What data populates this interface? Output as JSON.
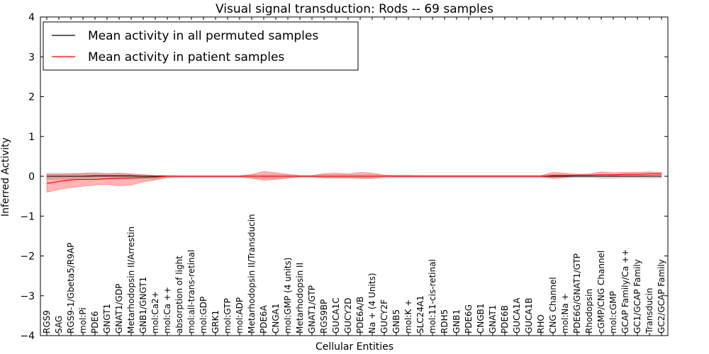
{
  "chart_data": {
    "type": "line",
    "title": "Visual signal transduction: Rods -- 69 samples",
    "xlabel": "Cellular Entities",
    "ylabel": "Inferred Activity",
    "ylim": [
      -4,
      4
    ],
    "yticks": [
      -4,
      -3,
      -2,
      -1,
      0,
      1,
      2,
      3,
      4
    ],
    "ytick_labels": [
      "−4",
      "−3",
      "−2",
      "−1",
      "0",
      "1",
      "2",
      "3",
      "4"
    ],
    "legend_position": "top-left",
    "categories": [
      "RGS9",
      "SAG",
      "RGS9-1/Gbeta5/R9AP",
      "mol:Pi",
      "PDE6",
      "GNGT1",
      "GNAT1/GDP",
      "Metarhodopsin II/Arrestin",
      "GNB1/GNGT1",
      "mol:Ca2+",
      "mol:Ca ++",
      "absorption of light",
      "mol:all-trans-retinal",
      "mol:GDP",
      "GRK1",
      "mol:GTP",
      "mol:ADP",
      "Metarhodopsin II/Transducin",
      "PDE6A",
      "CNGA1",
      "mol:GMP (4 units)",
      "Metarhodopsin II",
      "GNAT1/GTP",
      "RGS9BP",
      "GUCA1C",
      "GUCY2D",
      "PDE6A/B",
      "Na + (4 Units)",
      "GUCY2F",
      "GNB5",
      "mol:K +",
      "SLC24A1",
      "mol:11-cis-retinal",
      "RDH5",
      "GNB1",
      "PDE6G",
      "CNGB1",
      "GNAT1",
      "PDE6B",
      "GUCA1A",
      "GUCA1B",
      "RHO",
      "CNG Channel",
      "mol:Na +",
      "PDE6G/GNAT1/GTP",
      "Rhodopsin",
      "cGMP/CNG Channel",
      "mol:cGMP",
      "GCAP Family/Ca ++",
      "GC1/GCAP Family",
      "Transducin",
      "GC2/GCAP Family"
    ],
    "series": [
      {
        "name": "Mean activity in all permuted samples",
        "color": "#000000",
        "values": [
          0.0,
          0.0,
          0.0,
          0.0,
          0.01,
          0.01,
          0.01,
          0.01,
          0.0,
          0.0,
          0.0,
          0.0,
          0.0,
          0.0,
          0.0,
          0.0,
          0.0,
          0.0,
          0.0,
          0.0,
          0.0,
          0.0,
          0.0,
          0.0,
          0.0,
          0.0,
          0.0,
          0.0,
          0.0,
          0.0,
          0.0,
          0.0,
          0.0,
          0.0,
          0.0,
          0.0,
          0.0,
          0.0,
          0.0,
          0.0,
          0.0,
          0.0,
          0.0,
          0.0,
          0.0,
          0.0,
          0.0,
          0.0,
          0.0,
          0.0,
          0.0,
          0.0
        ],
        "lower": [
          -0.08,
          -0.08,
          -0.08,
          -0.08,
          -0.07,
          -0.07,
          -0.06,
          -0.07,
          -0.06,
          -0.08,
          -0.04,
          -0.03,
          -0.03,
          -0.03,
          -0.03,
          -0.03,
          -0.03,
          -0.04,
          -0.05,
          -0.05,
          -0.04,
          -0.03,
          -0.03,
          -0.05,
          -0.05,
          -0.05,
          -0.05,
          -0.07,
          -0.04,
          -0.03,
          -0.03,
          -0.03,
          -0.03,
          -0.03,
          -0.03,
          -0.03,
          -0.03,
          -0.03,
          -0.03,
          -0.03,
          -0.03,
          -0.03,
          -0.05,
          -0.05,
          -0.03,
          -0.03,
          -0.05,
          -0.05,
          -0.04,
          -0.04,
          -0.05,
          -0.05
        ],
        "upper": [
          0.08,
          0.08,
          0.08,
          0.08,
          0.1,
          0.07,
          0.07,
          0.06,
          0.04,
          0.02,
          0.03,
          0.02,
          0.02,
          0.02,
          0.02,
          0.02,
          0.02,
          0.03,
          0.04,
          0.04,
          0.03,
          0.02,
          0.02,
          0.04,
          0.04,
          0.04,
          0.04,
          0.04,
          0.03,
          0.03,
          0.03,
          0.02,
          0.02,
          0.02,
          0.02,
          0.02,
          0.02,
          0.02,
          0.02,
          0.02,
          0.02,
          0.02,
          0.05,
          0.05,
          0.03,
          0.03,
          0.04,
          0.04,
          0.03,
          0.03,
          0.03,
          0.03
        ]
      },
      {
        "name": "Mean activity in patient samples",
        "color": "#ff0000",
        "values": [
          -0.18,
          -0.13,
          -0.09,
          -0.08,
          -0.08,
          -0.06,
          -0.05,
          -0.04,
          -0.03,
          -0.02,
          0.0,
          0.0,
          0.0,
          0.0,
          0.0,
          0.0,
          0.0,
          0.0,
          0.0,
          0.0,
          0.0,
          0.0,
          0.0,
          0.0,
          0.0,
          0.0,
          0.0,
          0.0,
          0.0,
          0.0,
          0.0,
          0.0,
          0.0,
          0.0,
          0.0,
          0.0,
          0.0,
          0.0,
          0.0,
          0.0,
          0.0,
          0.0,
          0.02,
          0.02,
          0.03,
          0.03,
          0.04,
          0.04,
          0.05,
          0.05,
          0.06,
          0.06
        ],
        "lower": [
          -0.4,
          -0.33,
          -0.28,
          -0.25,
          -0.22,
          -0.2,
          -0.24,
          -0.22,
          -0.14,
          -0.09,
          -0.02,
          -0.01,
          -0.01,
          -0.01,
          -0.01,
          -0.01,
          -0.01,
          -0.05,
          -0.1,
          -0.08,
          -0.04,
          -0.01,
          -0.01,
          -0.03,
          -0.03,
          -0.03,
          -0.05,
          -0.04,
          -0.01,
          -0.01,
          -0.01,
          -0.01,
          -0.01,
          -0.01,
          -0.01,
          -0.01,
          -0.01,
          -0.01,
          -0.01,
          -0.01,
          -0.01,
          -0.01,
          -0.05,
          -0.02,
          0.0,
          0.0,
          0.0,
          0.01,
          0.02,
          0.02,
          0.02,
          0.03
        ],
        "upper": [
          0.05,
          0.05,
          0.06,
          0.07,
          0.07,
          0.07,
          0.08,
          0.06,
          0.04,
          0.02,
          0.01,
          0.01,
          0.01,
          0.01,
          0.01,
          0.01,
          0.01,
          0.05,
          0.12,
          0.09,
          0.05,
          0.02,
          0.02,
          0.07,
          0.08,
          0.06,
          0.1,
          0.08,
          0.03,
          0.02,
          0.02,
          0.02,
          0.02,
          0.02,
          0.02,
          0.02,
          0.02,
          0.02,
          0.02,
          0.02,
          0.02,
          0.02,
          0.1,
          0.08,
          0.05,
          0.06,
          0.11,
          0.09,
          0.1,
          0.1,
          0.11,
          0.1
        ]
      }
    ]
  }
}
